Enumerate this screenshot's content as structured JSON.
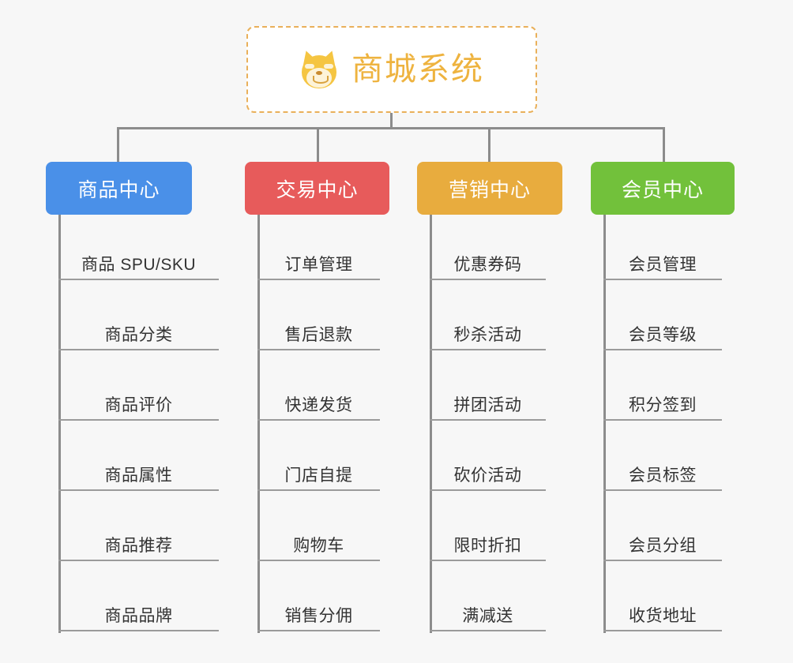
{
  "page": {
    "background_color": "#f7f7f7",
    "type": "org-tree-diagram"
  },
  "root": {
    "title": "商城系统",
    "icon": "shiba-dog-icon",
    "text_color": "#eeb33f",
    "border_color": "#e9b05a",
    "background_color": "#ffffff"
  },
  "connector_color": "#8c8c8c",
  "columns": [
    {
      "label": "商品中心",
      "color": "#4a90e8",
      "items": [
        "商品 SPU/SKU",
        "商品分类",
        "商品评价",
        "商品属性",
        "商品推荐",
        "商品品牌"
      ]
    },
    {
      "label": "交易中心",
      "color": "#e75b5b",
      "items": [
        "订单管理",
        "售后退款",
        "快递发货",
        "门店自提",
        "购物车",
        "销售分佣"
      ]
    },
    {
      "label": "营销中心",
      "color": "#e8ac3e",
      "items": [
        "优惠券码",
        "秒杀活动",
        "拼团活动",
        "砍价活动",
        "限时折扣",
        "满减送"
      ]
    },
    {
      "label": "会员中心",
      "color": "#72c13b",
      "items": [
        "会员管理",
        "会员等级",
        "积分签到",
        "会员标签",
        "会员分组",
        "收货地址"
      ]
    }
  ]
}
